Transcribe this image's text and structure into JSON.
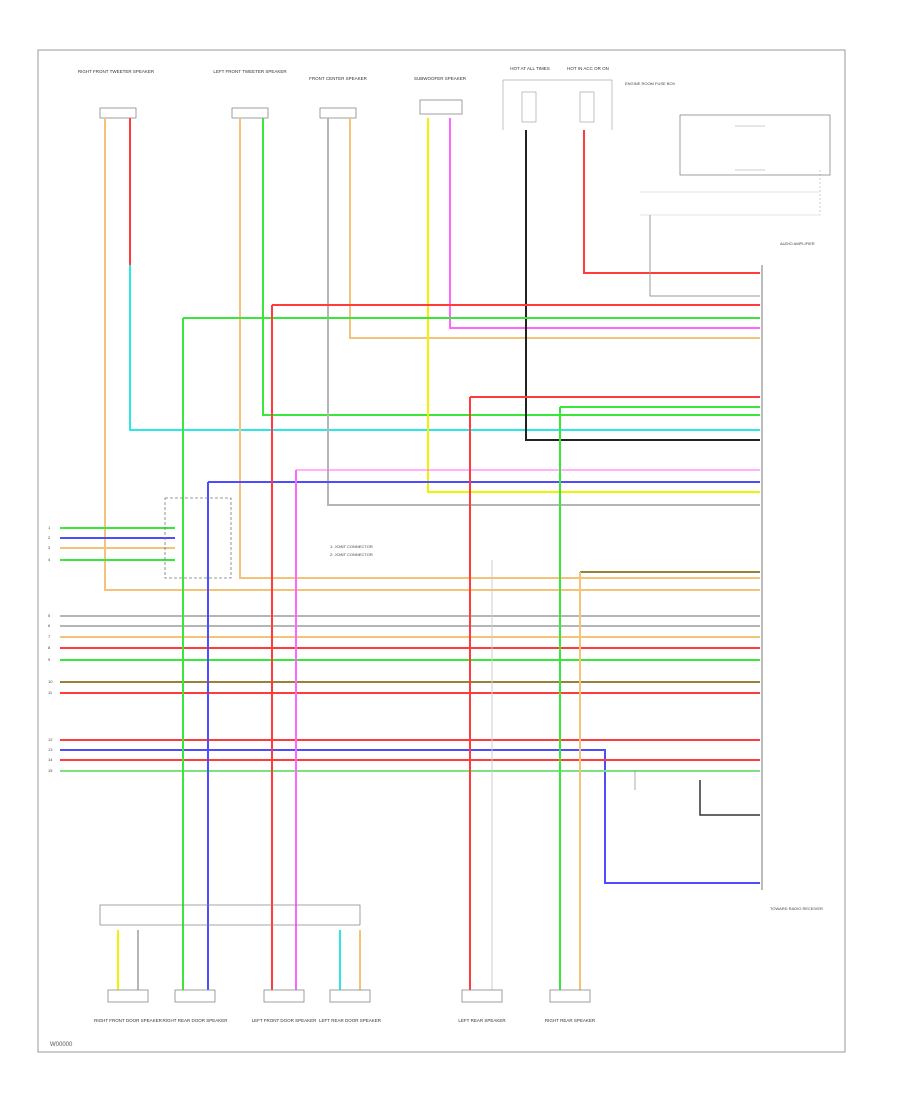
{
  "diagram": {
    "figure_id": "W00000",
    "top_connectors": [
      "RIGHT FRONT TWEETER SPEAKER",
      "LEFT FRONT TWEETER SPEAKER",
      "FRONT CENTER SPEAKER",
      "SUBWOOFER SPEAKER"
    ],
    "fuses": [
      "HOT AT ALL TIMES",
      "HOT IN ACC OR ON"
    ],
    "fuse_box": "ENGINE ROOM FUSE BOX",
    "amplifier": "AUDIO AMPLIFIER",
    "joint_connector_notes": [
      "1: JOINT CONNECTOR",
      "2: JOINT CONNECTOR"
    ],
    "left_pins": [
      "1",
      "2",
      "3",
      "4",
      "5",
      "6",
      "7",
      "8",
      "9",
      "10",
      "11",
      "12",
      "13",
      "14",
      "15"
    ],
    "bottom_connectors": [
      "RIGHT FRONT DOOR SPEAKER",
      "RIGHT REAR DOOR SPEAKER",
      "LEFT FRONT DOOR SPEAKER",
      "LEFT REAR DOOR SPEAKER",
      "LEFT REAR SPEAKER",
      "RIGHT REAR SPEAKER"
    ],
    "right_block_label": "TOWARD RADIO RECEIVER"
  },
  "colors": {
    "red": "#ff3b3b",
    "green": "#39e639",
    "cyan": "#2ee6e6",
    "yellow": "#f2f200",
    "pink": "#ff66ff",
    "orange": "#f5c27a",
    "gray": "#b5b5b5",
    "black": "#222222",
    "blue": "#4d4dff",
    "brown": "#9a7f3a",
    "lightgreen": "#7fe07f"
  }
}
